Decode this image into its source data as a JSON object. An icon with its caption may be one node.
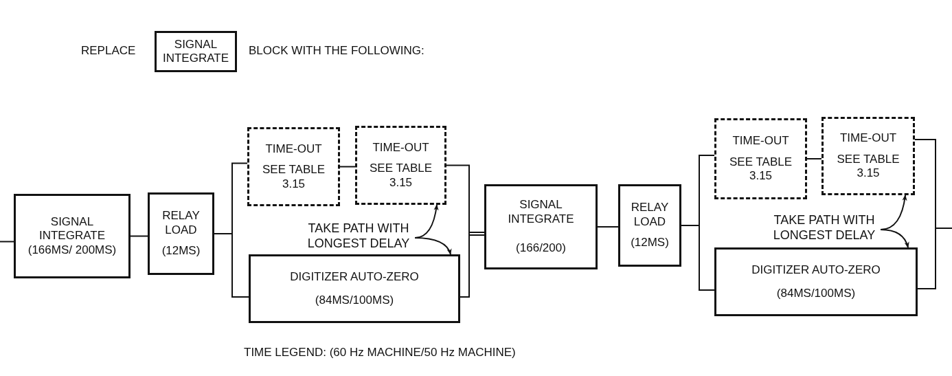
{
  "diagram": {
    "nodes": [
      {
        "text": [
          "SIGNAL INTEGRATE"
        ]
      },
      {
        "text": [
          "SIGNAL INTEGRATE",
          "(166MS/ 200MS)"
        ]
      },
      {
        "text": [
          "RELAY LOAD",
          "(12MS)"
        ]
      },
      {
        "text": [
          "TIME-OUT",
          "SEE TABLE 3.15"
        ]
      },
      {
        "text": [
          "TIME-OUT",
          "SEE TABLE 3.15"
        ]
      },
      {
        "text": [
          "TAKE PATH WITH LONGEST DELAY"
        ]
      },
      {
        "text": [
          "DIGITIZER AUTO-ZERO",
          "(84MS/100MS)"
        ]
      },
      {
        "text": [
          "SIGNAL INTEGRATE",
          "(166/200)"
        ]
      },
      {
        "text": [
          "RELAY LOAD",
          "(12MS)"
        ]
      },
      {
        "text": [
          "TIME-OUT",
          "SEE TABLE 3.15"
        ]
      },
      {
        "text": [
          "TIME-OUT",
          "SEE TABLE 3.15"
        ]
      },
      {
        "text": [
          "TAKE PATH WITH LONGEST DELAY"
        ]
      },
      {
        "text": [
          "DIGITIZER AUTO-ZERO",
          "(84MS/100MS)"
        ]
      }
    ],
    "edges": [
      {
        "from": null,
        "to": 1,
        "arrow": "none"
      },
      {
        "from": 1,
        "to": 2,
        "arrow": "none"
      },
      {
        "from": 2,
        "to": 3,
        "arrow": "none"
      },
      {
        "from": 2,
        "to": 6,
        "arrow": "none"
      },
      {
        "from": 3,
        "to": 4,
        "arrow": "none"
      },
      {
        "from": 4,
        "to": 7,
        "arrow": "none"
      },
      {
        "from": 6,
        "to": 7,
        "arrow": "none"
      },
      {
        "from": 5,
        "to": 4,
        "arrow": "to"
      },
      {
        "from": 5,
        "to": 6,
        "arrow": "to"
      },
      {
        "from": 7,
        "to": 8,
        "arrow": "none"
      },
      {
        "from": 8,
        "to": 9,
        "arrow": "none"
      },
      {
        "from": 8,
        "to": 12,
        "arrow": "none"
      },
      {
        "from": 9,
        "to": 10,
        "arrow": "none"
      },
      {
        "from": 10,
        "to": null,
        "arrow": "none"
      },
      {
        "from": 12,
        "to": null,
        "arrow": "none"
      },
      {
        "from": 11,
        "to": 10,
        "arrow": "to"
      },
      {
        "from": 11,
        "to": 12,
        "arrow": "to"
      }
    ],
    "labels": [
      "REPLACE",
      "BLOCK WITH THE FOLLOWING:",
      "TIME LEGEND: (60 Hz MACHINE/50 Hz MACHINE)"
    ]
  }
}
